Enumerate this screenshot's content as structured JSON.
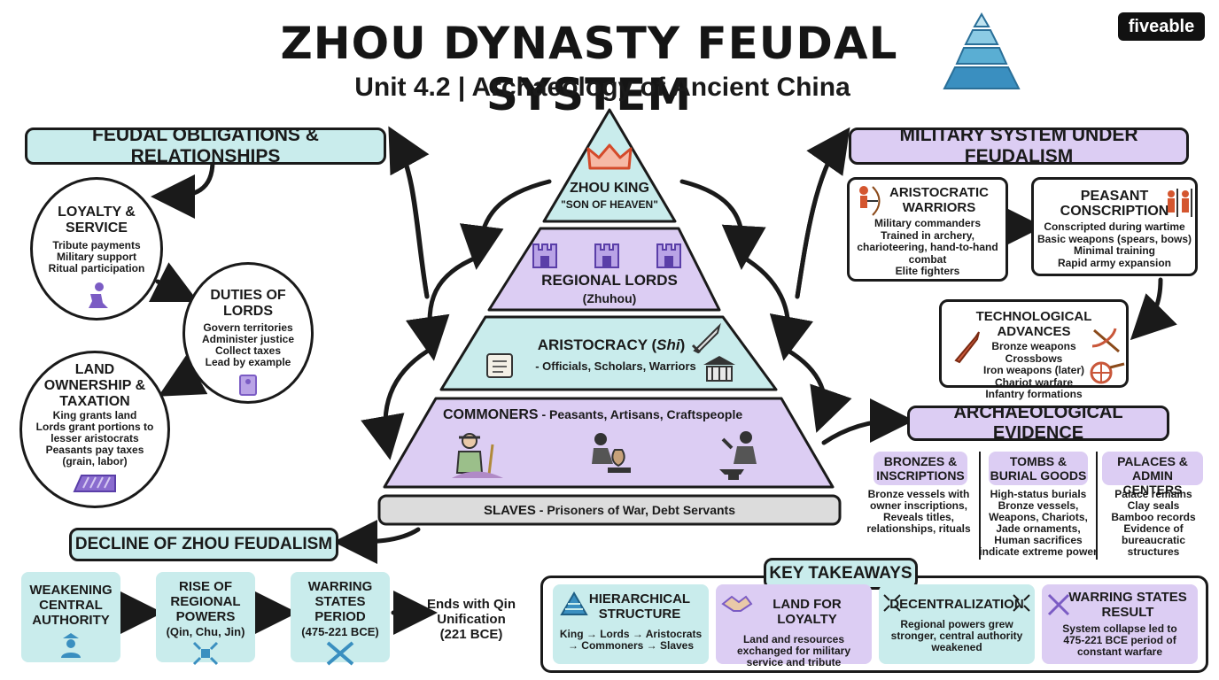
{
  "header": {
    "title": "ZHOU DYNASTY FEUDAL SYSTEM",
    "subtitle": "Unit 4.2 | Archaeology of Ancient China",
    "brand": "fiveable"
  },
  "feudal_obligations": {
    "title": "FEUDAL OBLIGATIONS & RELATIONSHIPS",
    "loyalty": {
      "heading": [
        "LOYALTY &",
        "SERVICE"
      ],
      "lines": [
        "Tribute payments",
        "Military support",
        "Ritual participation"
      ]
    },
    "duties": {
      "heading": [
        "DUTIES OF",
        "LORDS"
      ],
      "lines": [
        "Govern territories",
        "Administer justice",
        "Collect taxes",
        "Lead by example"
      ]
    },
    "land": {
      "heading": [
        "LAND",
        "OWNERSHIP &",
        "TAXATION"
      ],
      "lines": [
        "King grants land",
        "Lords grant portions to",
        "lesser aristocrats",
        "Peasants pay taxes",
        "(grain, labor)"
      ]
    }
  },
  "pyramid": {
    "king": [
      "ZHOU KING",
      "\"SON OF HEAVEN\""
    ],
    "lords": [
      "REGIONAL LORDS",
      "(Zhuhou)"
    ],
    "aristocracy": {
      "name": "ARISTOCRACY (",
      "term": "Shi",
      "close": ")",
      "desc": "- Officials, Scholars, Warriors"
    },
    "commoners": {
      "name": "COMMONERS",
      "desc": " - Peasants, Artisans, Craftspeople"
    },
    "slaves": {
      "name": "SLAVES",
      "desc": " - Prisoners of War, Debt Servants"
    }
  },
  "military": {
    "title": "MILITARY SYSTEM UNDER FEUDALISM",
    "warriors": {
      "heading": [
        "ARISTOCRATIC",
        "WARRIORS"
      ],
      "lines": [
        "Military commanders",
        "Trained in archery,",
        "charioteering, hand-to-hand",
        "combat",
        "Elite fighters"
      ]
    },
    "conscription": {
      "heading": [
        "PEASANT",
        "CONSCRIPTION"
      ],
      "lines": [
        "Conscripted during wartime",
        "Basic weapons (spears, bows)",
        "Minimal training",
        "Rapid army expansion"
      ]
    },
    "tech": {
      "heading": "TECHNOLOGICAL ADVANCES",
      "lines": [
        "Bronze weapons",
        "Crossbows",
        "Iron weapons (later)",
        "Chariot warfare",
        "Infantry formations"
      ]
    }
  },
  "evidence": {
    "title": "ARCHAEOLOGICAL EVIDENCE",
    "columns": [
      {
        "heading": [
          "BRONZES &",
          "INSCRIPTIONS"
        ],
        "lines": [
          "Bronze vessels with",
          "owner inscriptions,",
          "Reveals titles,",
          "relationships, rituals"
        ]
      },
      {
        "heading": [
          "TOMBS &",
          "BURIAL GOODS"
        ],
        "lines": [
          "High-status burials",
          "Bronze vessels,",
          "Weapons, Chariots,",
          "Jade ornaments,",
          "Human sacrifices",
          "indicate extreme power"
        ]
      },
      {
        "heading": [
          "PALACES &",
          "ADMIN CENTERS"
        ],
        "lines": [
          "Palace remains",
          "Clay seals",
          "Bamboo records",
          "Evidence of",
          "bureaucratic",
          "structures"
        ]
      }
    ]
  },
  "decline": {
    "title": "DECLINE OF ZHOU FEUDALISM",
    "steps": [
      {
        "lines": [
          "WEAKENING",
          "CENTRAL",
          "AUTHORITY"
        ]
      },
      {
        "lines": [
          "RISE OF",
          "REGIONAL",
          "POWERS"
        ],
        "sub": "(Qin, Chu, Jin)"
      },
      {
        "lines": [
          "WARRING",
          "STATES",
          "PERIOD"
        ],
        "sub": "(475-221 BCE)"
      }
    ],
    "end": [
      "Ends with Qin",
      "Unification",
      "(221 BCE)"
    ]
  },
  "takeaways": {
    "title": "KEY TAKEAWAYS",
    "cards": [
      {
        "heading": [
          "HIERARCHICAL",
          "STRUCTURE"
        ],
        "lines": [
          "King → Lords → Aristocrats",
          "→ Commoners → Slaves"
        ],
        "color": "#c9ecec"
      },
      {
        "heading": [
          "LAND FOR LOYALTY"
        ],
        "lines": [
          "Land and resources",
          "exchanged for military",
          "service and tribute"
        ],
        "color": "#dccdf3"
      },
      {
        "heading": [
          "DECENTRALIZATION"
        ],
        "lines": [
          "Regional powers grew",
          "stronger, central authority",
          "weakened"
        ],
        "color": "#c9ecec"
      },
      {
        "heading": [
          "WARRING STATES",
          "RESULT"
        ],
        "lines": [
          "System collapse led to",
          "475-221 BCE period of",
          "constant warfare"
        ],
        "color": "#dccdf3"
      }
    ]
  },
  "colors": {
    "teal": "#c9ecec",
    "lavender": "#dccdf3",
    "gray": "#dcdcdc",
    "ink": "#1a1a1a",
    "accent_purple": "#7b5cc4",
    "accent_blue": "#3a8fc0"
  },
  "icons": [
    "pyramid-icon",
    "crown-icon",
    "castle-icon",
    "sword-icon",
    "scroll-icon",
    "palace-icon",
    "farmer-icon",
    "potter-icon",
    "blacksmith-icon",
    "kneeling-icon",
    "throne-icon",
    "field-icon",
    "archer-icon",
    "soldiers-icon",
    "crossbow-icon",
    "chariot-icon",
    "handshake-icon",
    "expand-arrows-icon",
    "crossed-swords-icon",
    "ruler-icon"
  ]
}
